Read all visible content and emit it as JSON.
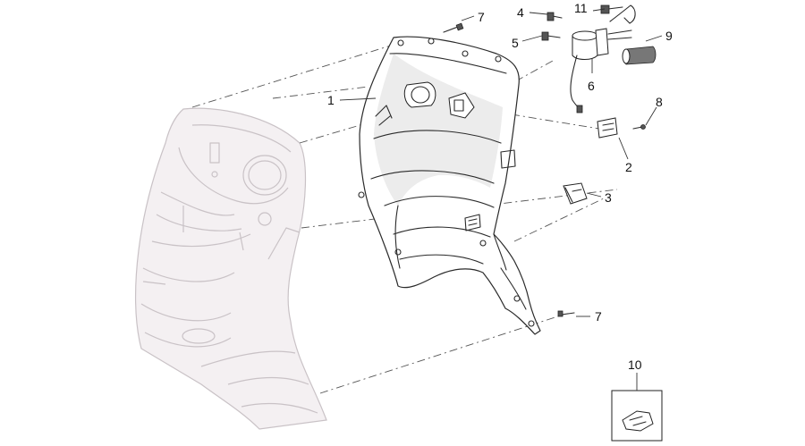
{
  "callouts": [
    {
      "id": "c1",
      "text": "1"
    },
    {
      "id": "c2",
      "text": "2"
    },
    {
      "id": "c3",
      "text": "3"
    },
    {
      "id": "c4",
      "text": "4"
    },
    {
      "id": "c5",
      "text": "5"
    },
    {
      "id": "c6",
      "text": "6"
    },
    {
      "id": "c7a",
      "text": "7"
    },
    {
      "id": "c7b",
      "text": "7"
    },
    {
      "id": "c8",
      "text": "8"
    },
    {
      "id": "c9",
      "text": "9"
    },
    {
      "id": "c10",
      "text": "10"
    },
    {
      "id": "c11",
      "text": "11"
    }
  ]
}
